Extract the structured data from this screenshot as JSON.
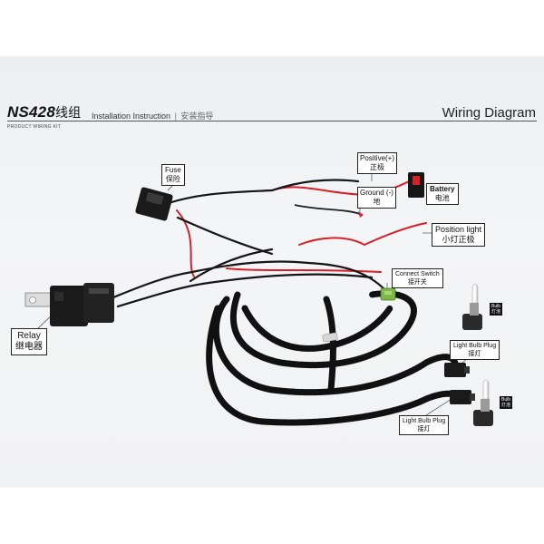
{
  "header": {
    "model": "NS428",
    "model_cn": "线组",
    "instruction": "Installation Instruction",
    "instruction_sep": "|",
    "instruction_cn": "安装指导",
    "subtitle": "PRODUCT WIRING KIT",
    "title": "Wiring Diagram"
  },
  "labels": {
    "fuse": {
      "en": "Fuse",
      "cn": "保险"
    },
    "positive": {
      "en": "Positive(+)",
      "cn": "正极"
    },
    "ground": {
      "en": "Ground (-)",
      "cn": "地"
    },
    "battery": {
      "en": "Battery",
      "cn": "电池"
    },
    "position_light": {
      "en": "Position light",
      "cn": "小灯正极"
    },
    "connect_switch": {
      "en": "Connect Switch",
      "cn": "接开关"
    },
    "relay": {
      "en": "Relay",
      "cn": "继电器"
    },
    "bulb_plug_top": {
      "en": "Light Bulb Plug",
      "cn": "接灯"
    },
    "bulb_plug_bottom": {
      "en": "Light Bulb Plug",
      "cn": "接灯"
    },
    "bulb_top": {
      "en": "Bulb",
      "cn": "灯泡"
    },
    "bulb_bottom": {
      "en": "Bulb",
      "cn": "灯泡"
    }
  },
  "colors": {
    "wire_red": "#d8202a",
    "wire_black": "#151515",
    "connector_green": "#7fb648",
    "background": "#eef0f1"
  }
}
